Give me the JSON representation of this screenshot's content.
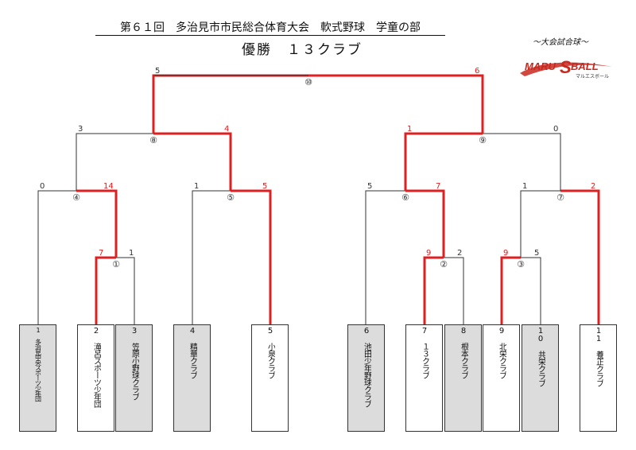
{
  "title": "第６１回　多治見市市民総合体育大会　軟式野球　学童の部",
  "winner": "優勝　１３クラブ",
  "sponsor": {
    "subtitle": "～大会試合球～",
    "logo_main": "MARUSBALL",
    "logo_sub": "マルエスボール"
  },
  "colors": {
    "win": "#e02020",
    "line": "#333333",
    "gray_box": "#dcdcdc"
  },
  "teams": [
    {
      "label": "1 多治見中央スポーツ少年団"
    },
    {
      "label": "2 滝呂スポーツ少年団"
    },
    {
      "label": "3 笠原小野球クラブ"
    },
    {
      "label": "4 精華クラブ"
    },
    {
      "label": "5 小泉クラブ"
    },
    {
      "label": "6 池田少年野球クラブ"
    },
    {
      "label": "7 １３クラブ"
    },
    {
      "label": "8 根本クラブ"
    },
    {
      "label": "9 北栄クラブ"
    },
    {
      "label": "10 共栄クラブ"
    },
    {
      "label": "11 養正クラブ"
    }
  ],
  "matches": {
    "m1": {
      "number": "①",
      "left_score": "7",
      "right_score": "1"
    },
    "m2": {
      "number": "②",
      "left_score": "9",
      "right_score": "2"
    },
    "m3": {
      "number": "③",
      "left_score": "9",
      "right_score": "5"
    },
    "m4": {
      "number": "④",
      "left_score": "0",
      "right_score": "14"
    },
    "m5": {
      "number": "⑤",
      "left_score": "1",
      "right_score": "5"
    },
    "m6": {
      "number": "⑥",
      "left_score": "5",
      "right_score": "7"
    },
    "m7": {
      "number": "⑦",
      "left_score": "1",
      "right_score": "2"
    },
    "m8": {
      "number": "⑧",
      "left_score": "3",
      "right_score": "4"
    },
    "m9": {
      "number": "⑨",
      "left_score": "1",
      "right_score": "0"
    },
    "m10": {
      "number": "⑩",
      "left_score": "5",
      "right_score": "6"
    }
  }
}
